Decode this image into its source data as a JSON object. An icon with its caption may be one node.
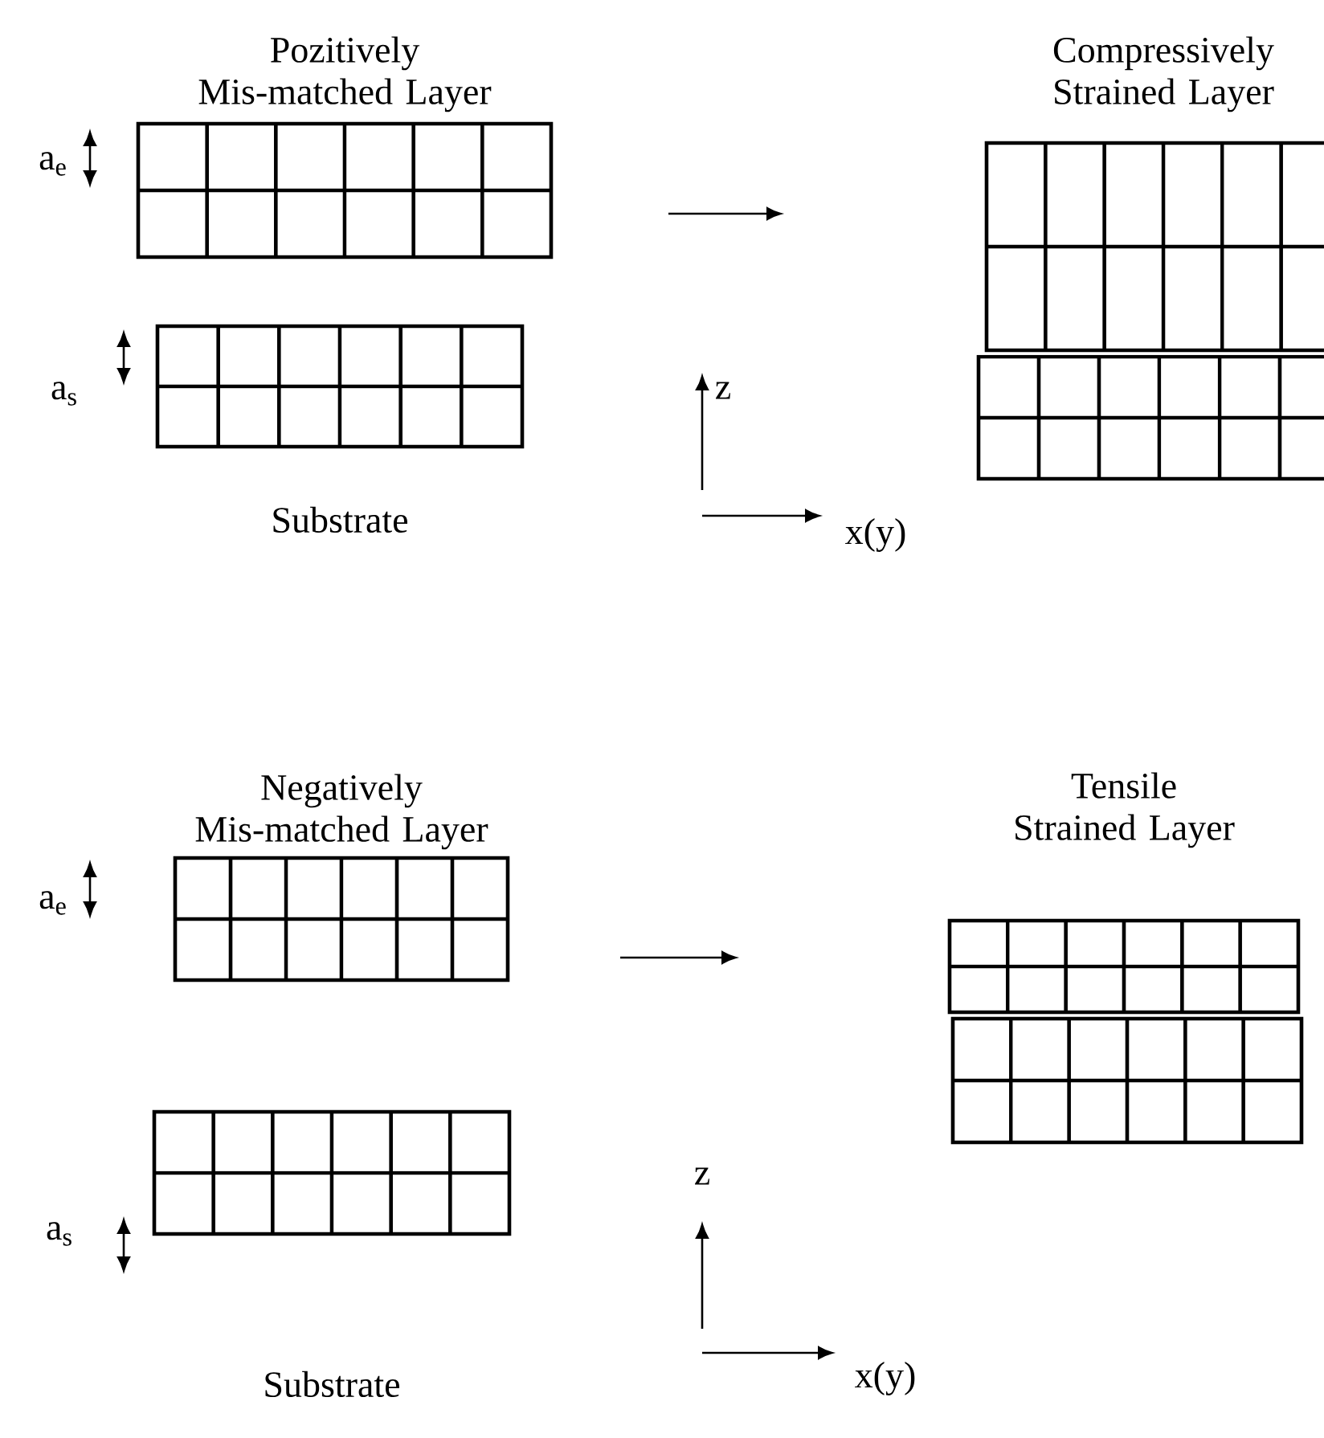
{
  "diagram": {
    "nodes": [
      {
        "text": [
          "Pozitively Mis-matched Layer"
        ]
      },
      {
        "text": [
          "Substrate"
        ]
      },
      {
        "text": [
          "Compressively Strained Layer"
        ]
      },
      {
        "text": [],
        "shape": "box"
      },
      {
        "text": [
          "Negatively Mis-matched Layer"
        ]
      },
      {
        "text": [
          "Substrate"
        ]
      },
      {
        "text": [
          "Tensile Strained Layer"
        ]
      },
      {
        "text": [],
        "shape": "box"
      }
    ],
    "labels": [
      "a$_{e}$",
      "a$_{s}$",
      "z",
      "x(y)",
      "a$_{e}$",
      "z",
      "a$_{s}$",
      "x(y)"
    ]
  }
}
